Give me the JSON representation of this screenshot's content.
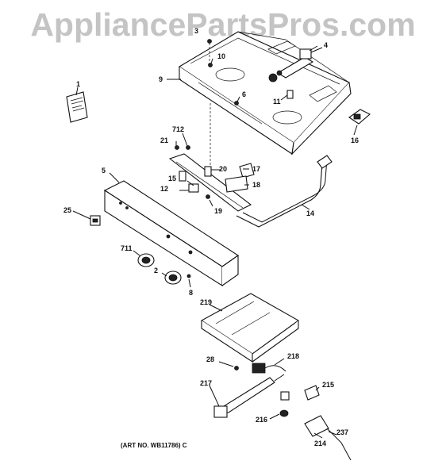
{
  "watermark": "AppliancePartsPros.com",
  "art_number": "(ART NO. WB11786) C",
  "callouts": {
    "c1": "1",
    "c2": "2",
    "c3": "3",
    "c4": "4",
    "c5": "5",
    "c6": "6",
    "c8": "8",
    "c9": "9",
    "c10": "10",
    "c11": "11",
    "c12": "12",
    "c14": "14",
    "c15": "15",
    "c16": "16",
    "c17": "17",
    "c18": "18",
    "c19": "19",
    "c20": "20",
    "c21": "21",
    "c25": "25",
    "c28": "28",
    "c214": "214",
    "c215": "215",
    "c216": "216",
    "c217": "217",
    "c218": "218",
    "c219": "219",
    "c237": "237",
    "c711": "711",
    "c712": "712"
  }
}
